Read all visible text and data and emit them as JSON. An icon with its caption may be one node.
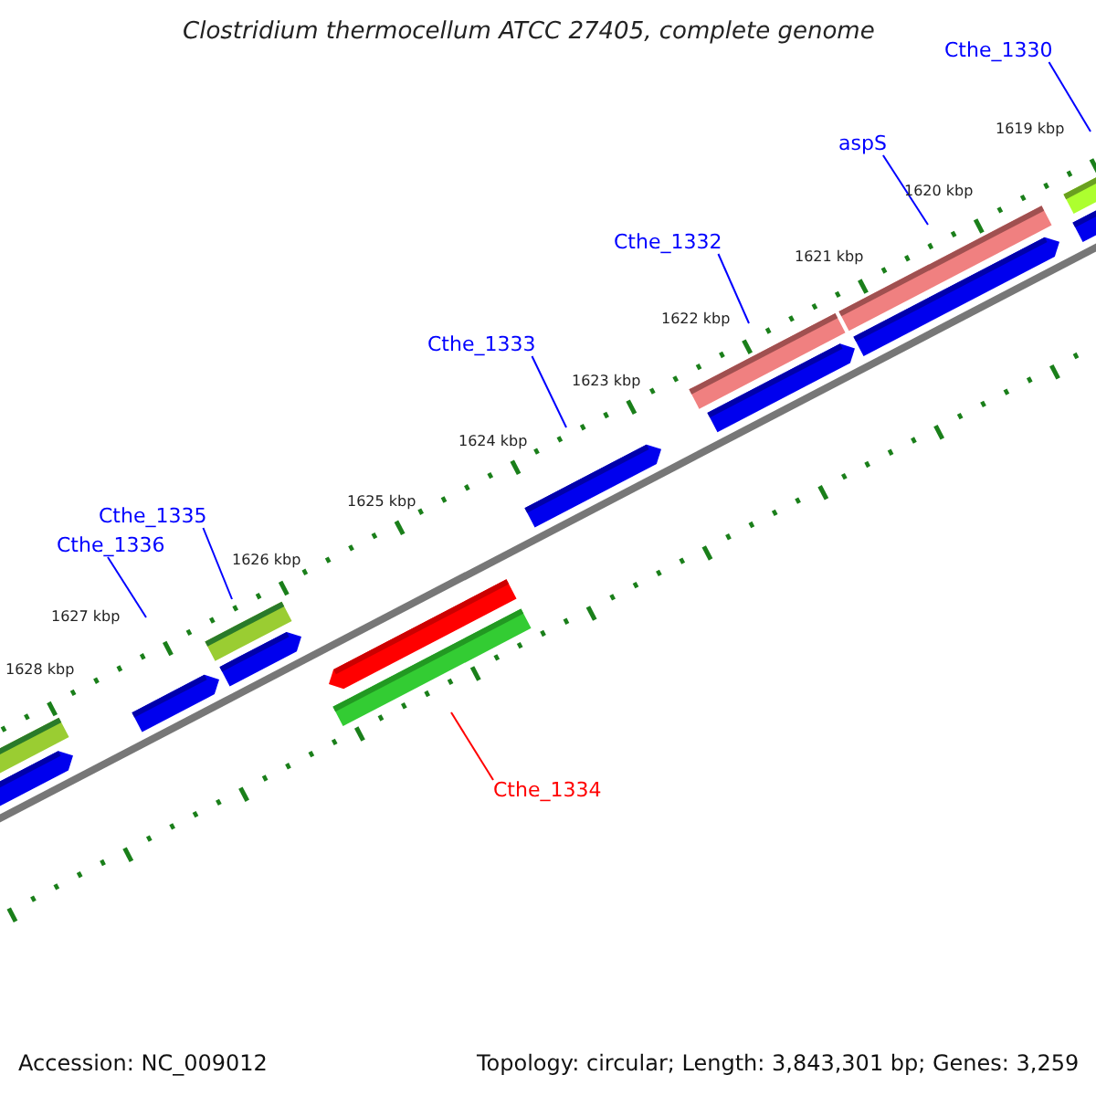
{
  "diagram": {
    "title": "Clostridium thermocellum ATCC 27405, complete genome",
    "nodes": [
      {
        "text": [
          "Cthe_1330"
        ]
      },
      {
        "text": [
          "aspS"
        ]
      },
      {
        "text": [
          "Cthe_1332"
        ]
      },
      {
        "text": [
          "Cthe_1333"
        ]
      },
      {
        "text": [
          "Cthe_1335"
        ]
      },
      {
        "text": [
          "Cthe_1336"
        ]
      },
      {
        "text": [
          "Cthe_1334"
        ]
      }
    ],
    "edges": [
      {
        "from": 0,
        "to": null,
        "arrow": "none"
      },
      {
        "from": 1,
        "to": null,
        "arrow": "none"
      },
      {
        "from": 2,
        "to": null,
        "arrow": "none"
      },
      {
        "from": 3,
        "to": null,
        "arrow": "none"
      },
      {
        "from": 4,
        "to": null,
        "arrow": "none"
      },
      {
        "from": 5,
        "to": null,
        "arrow": "none"
      },
      {
        "from": 6,
        "to": null,
        "arrow": "none",
        "color": "#ff0000"
      }
    ],
    "labels": [
      "1619 kbp",
      "1620 kbp",
      "1621 kbp",
      "1622 kbp",
      "1623 kbp",
      "1624 kbp",
      "1625 kbp",
      "1626 kbp",
      "1627 kbp",
      "1628 kbp",
      "Accession: NC_009012",
      "Topology: circular; Length: 3,843,301 bp; Genes: 3,259"
    ]
  }
}
